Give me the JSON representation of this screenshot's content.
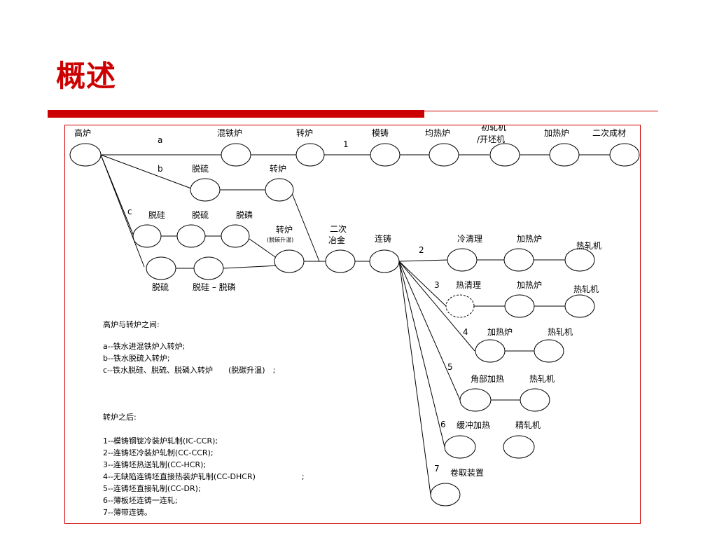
{
  "slide": {
    "title": "概述",
    "accent_color": "#cc0000"
  },
  "diagram": {
    "top_row": {
      "gaolu": "高炉",
      "hunxu": "混铁炉",
      "zhuanlu": "转炉",
      "mozhu": "模铸",
      "junre": "均热炉",
      "chuzha_1": "初轧机",
      "chuzha_2": "/开坯机",
      "jiare": "加热炉",
      "erci": "二次成材"
    },
    "route_letters": {
      "a": "a",
      "b": "b",
      "c": "c"
    },
    "row_b": {
      "tuoliu": "脱硫",
      "zhuanlu": "转炉"
    },
    "row_c": {
      "tuogui": "脱硅",
      "tuoliu": "脱硫",
      "tuolin": "脱磷",
      "zhuanlu": "转炉",
      "zhuanlu_sub": "(脱碳升温)",
      "erci_1": "二次",
      "erci_2": "冶金",
      "lianzhu": "连铸"
    },
    "row_d": {
      "tuoliu": "脱硫",
      "tuogui_tuolin": "脱硅 – 脱磷"
    },
    "branches": {
      "b1": "1",
      "b2": {
        "num": "2",
        "step1": "冷清理",
        "step2": "加热炉",
        "step3": "热轧机"
      },
      "b3": {
        "num": "3",
        "step1": "热清理",
        "step2": "加热炉",
        "step3": "热轧机"
      },
      "b4": {
        "num": "4",
        "step1": "加热炉",
        "step2": "热轧机"
      },
      "b5": {
        "num": "5",
        "step1": "角部加热",
        "step2": "热轧机"
      },
      "b6": {
        "num": "6",
        "step1": "缓冲加热",
        "step2": "精轧机"
      },
      "b7": {
        "num": "7",
        "step1": "卷取装置"
      }
    }
  },
  "notes": {
    "before": {
      "heading": "高炉与转炉之间:",
      "lines": [
        "a--铁水进混铁炉入转炉;",
        "b--铁水脱硫入转炉;",
        "c--铁水脱硅、脱硫、脱磷入转炉　　(脱碳升温)　;"
      ]
    },
    "after": {
      "heading": "转炉之后:",
      "lines": [
        "1--模铸钢锭冷装炉轧制(IC-CCR);",
        "2--连铸坯冷装炉轧制(CC-CCR);",
        "3--连铸坯热送轧制(CC-HCR);",
        "4--无缺陷连铸坯直接热装炉轧制(CC-DHCR)　　　　　　;",
        "5--连铸坯直接轧制(CC-DR);",
        "6--薄板坯连铸一连轧;",
        "7--薄带连铸。"
      ]
    }
  }
}
